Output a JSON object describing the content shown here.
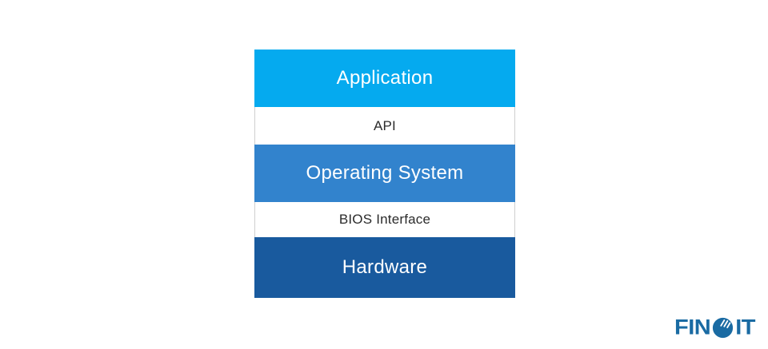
{
  "diagram": {
    "layers": [
      {
        "label": "Application",
        "kind": "block",
        "bg": "#05aaef",
        "text_color": "#ffffff"
      },
      {
        "label": "API",
        "kind": "interface",
        "bg": "#ffffff",
        "text_color": "#2b2b2b",
        "border_color": "#cfcfcf"
      },
      {
        "label": "Operating System",
        "kind": "block",
        "bg": "#3283cd",
        "text_color": "#ffffff"
      },
      {
        "label": "BIOS Interface",
        "kind": "interface",
        "bg": "#ffffff",
        "text_color": "#2b2b2b",
        "border_color": "#cfcfcf"
      },
      {
        "label": "Hardware",
        "kind": "block",
        "bg": "#195a9e",
        "text_color": "#ffffff"
      }
    ]
  },
  "logo": {
    "prefix": "FIN",
    "suffix": "IT",
    "o_icon": "finoit-o-icon",
    "color": "#1a6ba3"
  }
}
